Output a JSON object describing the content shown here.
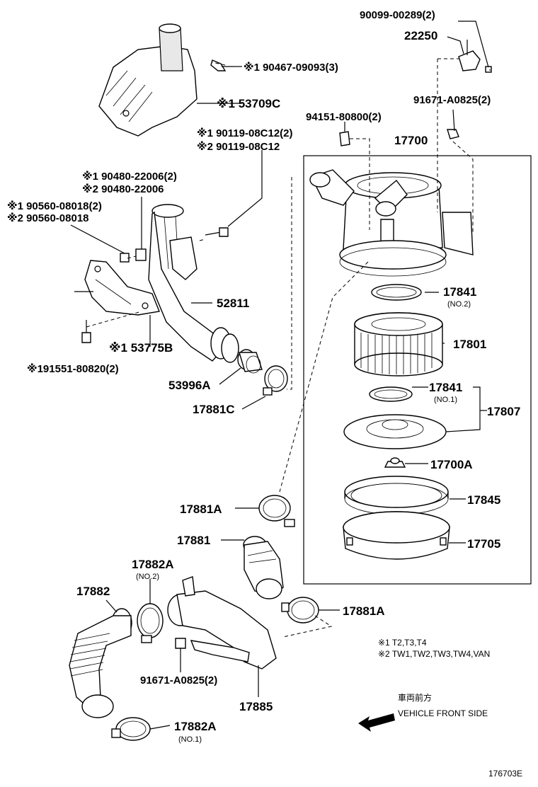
{
  "labels": {
    "p90099": "90099-00289(2)",
    "p22250": "22250",
    "p90467": "※1 90467-09093(3)",
    "p53709C": "※1 53709C",
    "p91671a": "91671-A0825(2)",
    "p94151": "94151-80800(2)",
    "p17700": "17700",
    "p90119a": "※1 90119-08C12(2)",
    "p90119b": "※2 90119-08C12",
    "p90480a": "※1 90480-22006(2)",
    "p90480b": "※2 90480-22006",
    "p90560a": "※1 90560-08018(2)",
    "p90560b": "※2 90560-08018",
    "p52811": "52811",
    "p17841a": "17841",
    "p17841a_sub": "(NO.2)",
    "p17801": "17801",
    "p53775B": "※1 53775B",
    "p91551": "※191551-80820(2)",
    "p53996A": "53996A",
    "p17841b": "17841",
    "p17841b_sub": "(NO.1)",
    "p17807": "17807",
    "p17881C": "17881C",
    "p17700A": "17700A",
    "p17881A_top": "17881A",
    "p17845": "17845",
    "p17881": "17881",
    "p17705": "17705",
    "p17882A_top": "17882A",
    "p17882A_top_sub": "(NO.2)",
    "p17882": "17882",
    "p17881A_bot": "17881A",
    "p91671b": "91671-A0825(2)",
    "p17885": "17885",
    "p17882A_bot": "17882A",
    "p17882A_bot_sub": "(NO.1)"
  },
  "notes": {
    "note1": "※1 T2,T3,T4",
    "note2": "※2 TW1,TW2,TW3,TW4,VAN",
    "front_jp": "車両前方",
    "front_en": "VEHICLE FRONT SIDE",
    "figure_id": "176703E"
  },
  "icons": {
    "direction_arrow": "arrow-left-icon"
  }
}
